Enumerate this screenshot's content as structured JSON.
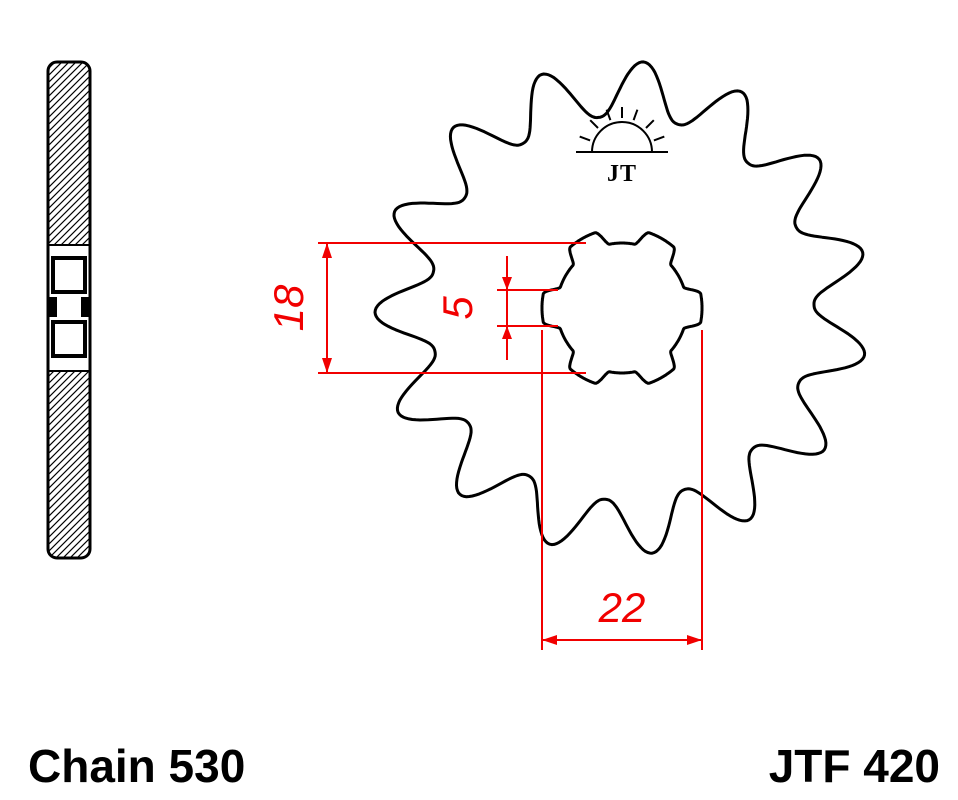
{
  "drawing": {
    "chain_label": "Chain 530",
    "part_number": "JTF 420",
    "logo_text": "JT",
    "dimensions": {
      "bore_minor": "18",
      "spline_width": "5",
      "bore_major": "22"
    },
    "colors": {
      "dimension": "#f10000",
      "line": "#000000",
      "background": "#ffffff"
    }
  }
}
